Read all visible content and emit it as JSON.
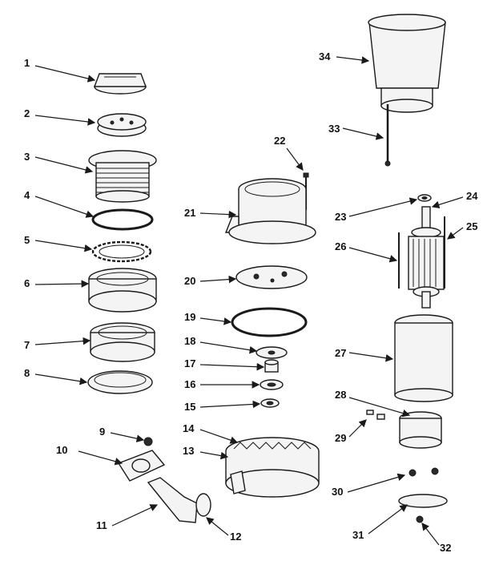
{
  "diagram": {
    "ink_color": "#1a1a1a",
    "background_color": "#ffffff",
    "callouts": [
      {
        "label": "1"
      },
      {
        "label": "2"
      },
      {
        "label": "3"
      },
      {
        "label": "4"
      },
      {
        "label": "5"
      },
      {
        "label": "6"
      },
      {
        "label": "7"
      },
      {
        "label": "8"
      },
      {
        "label": "9"
      },
      {
        "label": "10"
      },
      {
        "label": "11"
      },
      {
        "label": "12"
      },
      {
        "label": "13"
      },
      {
        "label": "14"
      },
      {
        "label": "15"
      },
      {
        "label": "16"
      },
      {
        "label": "17"
      },
      {
        "label": "18"
      },
      {
        "label": "19"
      },
      {
        "label": "20"
      },
      {
        "label": "21"
      },
      {
        "label": "22"
      },
      {
        "label": "23"
      },
      {
        "label": "24"
      },
      {
        "label": "25"
      },
      {
        "label": "26"
      },
      {
        "label": "27"
      },
      {
        "label": "28"
      },
      {
        "label": "29"
      },
      {
        "label": "30"
      },
      {
        "label": "31"
      },
      {
        "label": "32"
      },
      {
        "label": "33"
      },
      {
        "label": "34"
      }
    ]
  }
}
